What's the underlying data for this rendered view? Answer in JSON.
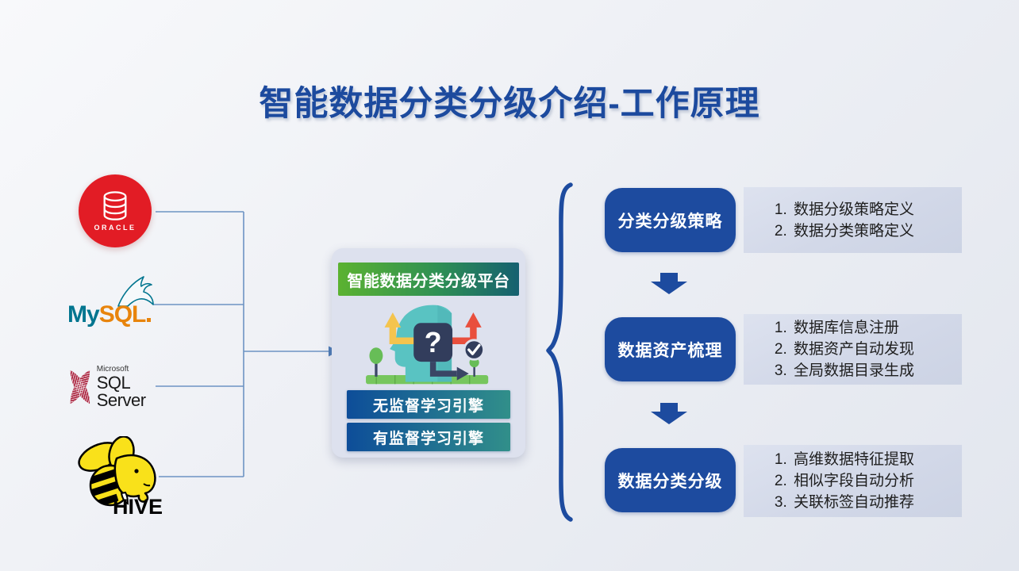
{
  "title": "智能数据分类分级介绍-工作原理",
  "sources": {
    "oracle": {
      "label": "ORACLE"
    },
    "mysql": {
      "word_my": "My",
      "word_sql": "SQL"
    },
    "sqlserver": {
      "line1": "Microsoft",
      "line2": "SQL Server"
    },
    "hive": {
      "label": "HIVE"
    }
  },
  "platform": {
    "header": "智能数据分类分级平台",
    "engine1": "无监督学习引擎",
    "engine2": "有监督学习引擎",
    "question_mark": "?"
  },
  "steps": [
    {
      "label": "分类分级策略",
      "items": [
        "数据分级策略定义",
        "数据分类策略定义"
      ]
    },
    {
      "label": "数据资产梳理",
      "items": [
        "数据库信息注册",
        "数据资产自动发现",
        "全局数据目录生成"
      ]
    },
    {
      "label": "数据分类分级",
      "items": [
        "高维数据特征提取",
        "相似字段自动分析",
        "关联标签自动推荐"
      ]
    }
  ],
  "colors": {
    "accent_blue": "#1d4b9f",
    "title_blue": "#1c4a9e",
    "header_gradient_start": "#5bb231",
    "header_gradient_end": "#156070",
    "button_gradient_start": "#0d4d99",
    "button_gradient_end": "#318f8a",
    "card_background": "#dde1ee",
    "gray_box_background": "#d3d9e8",
    "connector_line": "#6d93c3",
    "oracle_red": "#e21c25",
    "mysql_teal": "#00758f",
    "mysql_orange": "#e8840c",
    "sqlserver_red": "#a91e3a",
    "hive_yellow": "#f9e11a",
    "illustration_teal": "#59c3c2",
    "illustration_navy": "#323d5c",
    "illustration_yellow": "#f4c44e",
    "illustration_red": "#e94f3d",
    "illustration_green": "#77c65e"
  }
}
